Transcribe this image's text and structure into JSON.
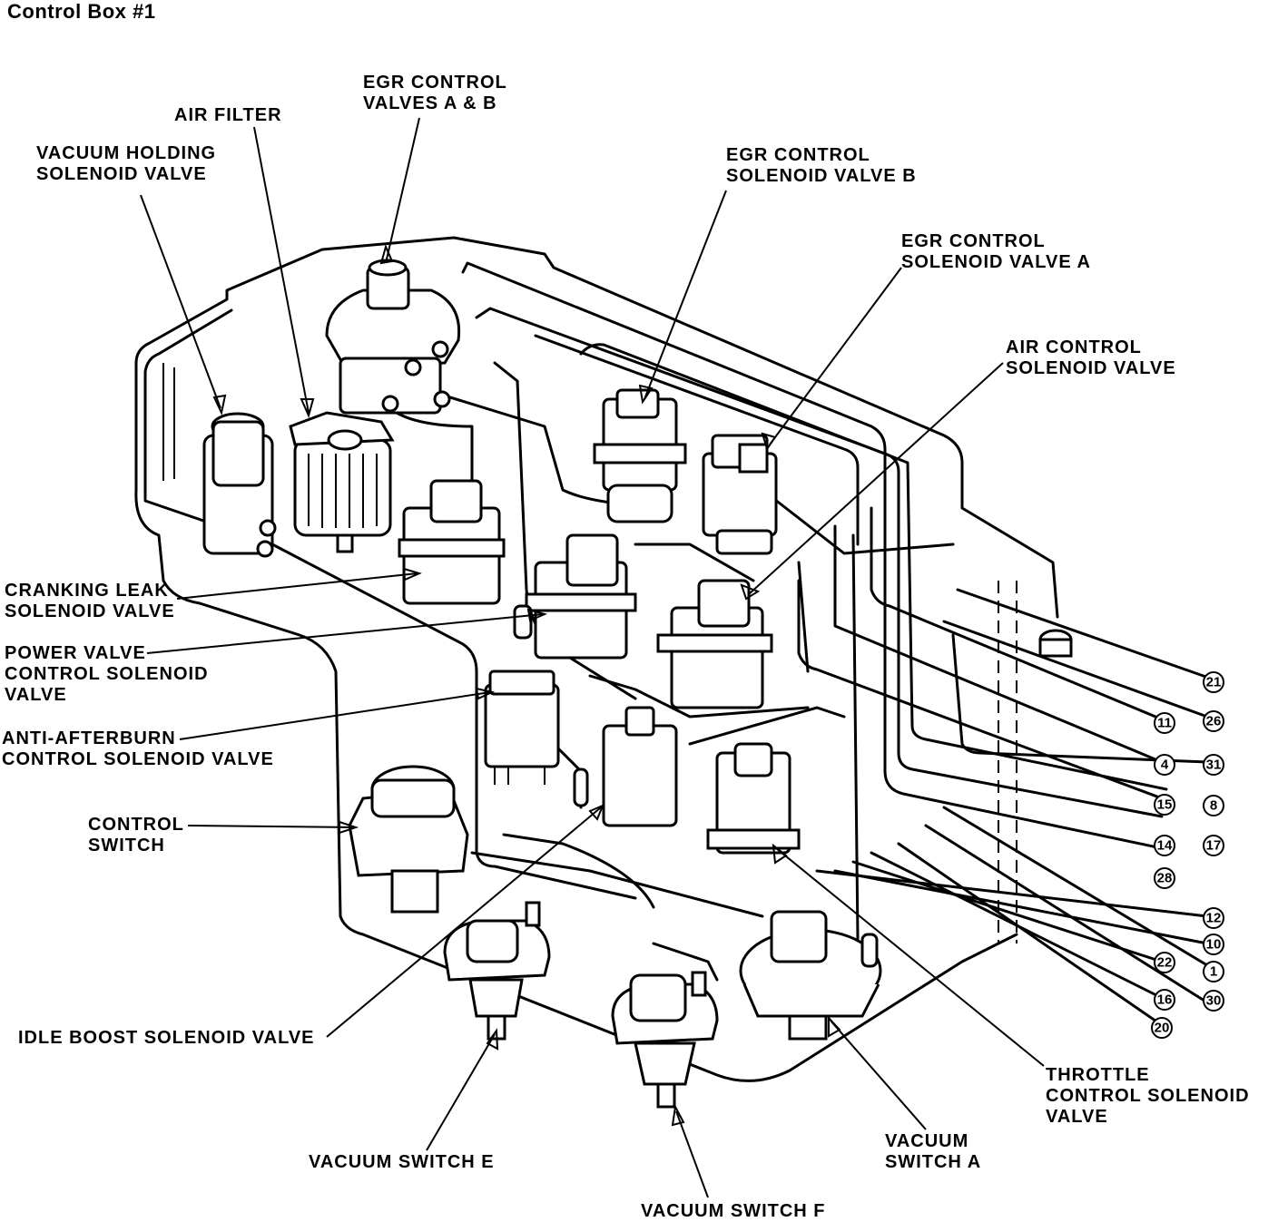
{
  "title": "Control Box #1",
  "labels": {
    "egr_control_valves": [
      "EGR CONTROL",
      "VALVES A & B"
    ],
    "air_filter": [
      "AIR FILTER"
    ],
    "vacuum_holding": [
      "VACUUM HOLDING",
      "SOLENOID VALVE"
    ],
    "egr_sol_b": [
      "EGR CONTROL",
      "SOLENOID VALVE B"
    ],
    "egr_sol_a": [
      "EGR CONTROL",
      "SOLENOID VALVE A"
    ],
    "air_control": [
      "AIR CONTROL",
      "SOLENOID VALVE"
    ],
    "cranking_leak": [
      "CRANKING LEAK",
      "SOLENOID VALVE"
    ],
    "power_valve": [
      "POWER VALVE",
      "CONTROL SOLENOID",
      "VALVE"
    ],
    "anti_afterburn": [
      "ANTI-AFTERBURN",
      "CONTROL SOLENOID VALVE"
    ],
    "control_switch": [
      "CONTROL",
      "SWITCH"
    ],
    "idle_boost": [
      "IDLE BOOST SOLENOID VALVE"
    ],
    "vacuum_switch_e": [
      "VACUUM SWITCH E"
    ],
    "vacuum_switch_f": [
      "VACUUM SWITCH F"
    ],
    "vacuum_switch_a": [
      "VACUUM",
      "SWITCH A"
    ],
    "throttle_control": [
      "THROTTLE",
      "CONTROL SOLENOID",
      "VALVE"
    ]
  },
  "hose_numbers": [
    "21",
    "26",
    "11",
    "31",
    "4",
    "8",
    "15",
    "17",
    "14",
    "28",
    "12",
    "10",
    "1",
    "22",
    "30",
    "16",
    "20"
  ]
}
